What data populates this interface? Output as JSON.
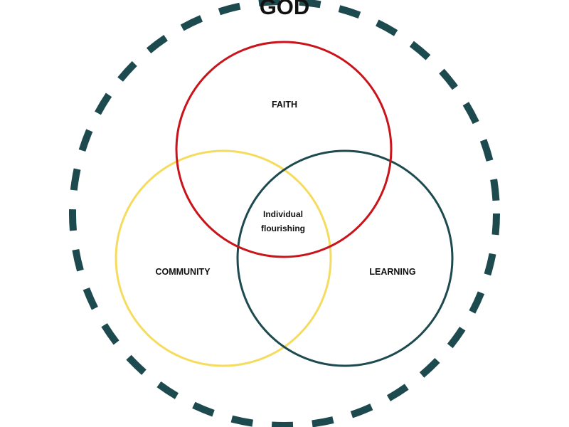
{
  "title": "GOD",
  "sets": {
    "faith": {
      "label": "FAITH",
      "color": "#c8141a"
    },
    "community": {
      "label": "COMMUNITY",
      "color": "#f6dc5e"
    },
    "learning": {
      "label": "LEARNING",
      "color": "#1d4a4f"
    }
  },
  "center": {
    "line1": "Individual",
    "line2": "flourishing"
  },
  "outer_ring": {
    "color": "#1d4a4f",
    "style": "dashed"
  }
}
